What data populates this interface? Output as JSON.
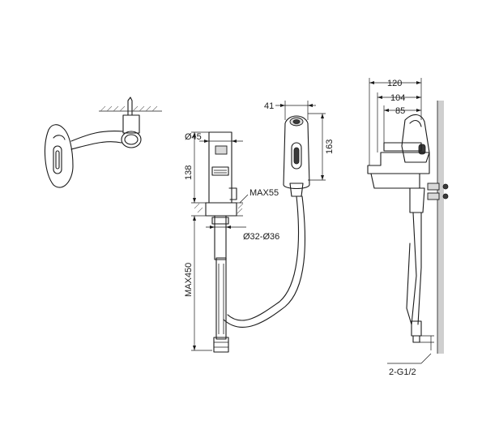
{
  "dimensions": {
    "front": {
      "diameter_body": "Ø45",
      "body_height": "138",
      "deck_thickness": "MAX55",
      "hole_diameter": "Ø32-Ø36",
      "hose_length": "MAX450"
    },
    "spray_head": {
      "width": "41",
      "height": "163"
    },
    "side": {
      "overall_depth": "120",
      "spout_reach": "104",
      "lever_depth": "85",
      "connection": "2-G1/2"
    }
  }
}
